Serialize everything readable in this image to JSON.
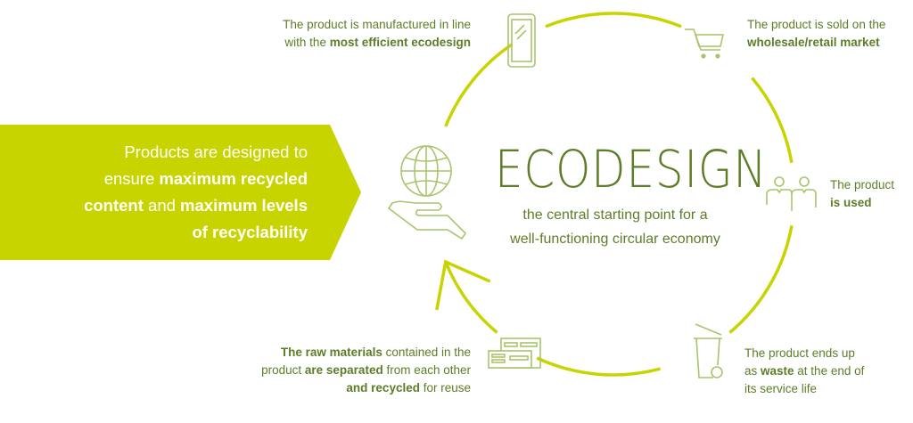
{
  "colors": {
    "arc": "#c8d400",
    "banner": "#c8d400",
    "icon": "#a9c46c",
    "text": "#5d7d28"
  },
  "banner": {
    "lines": [
      [
        {
          "t": "Products are designed to",
          "b": false
        }
      ],
      [
        {
          "t": "ensure ",
          "b": false
        },
        {
          "t": "maximum recycled",
          "b": true
        }
      ],
      [
        {
          "t": "content",
          "b": true
        },
        {
          "t": " and ",
          "b": false
        },
        {
          "t": "maximum levels",
          "b": true
        }
      ],
      [
        {
          "t": "of recyclability",
          "b": true
        }
      ]
    ]
  },
  "center": {
    "title": "ECODESIGN",
    "subtitle_1": "the central starting point for a",
    "subtitle_2": "well-functioning circular economy"
  },
  "steps": [
    {
      "id": "manufacture",
      "icon": "smartphone-icon",
      "lines": [
        [
          {
            "t": "The product is manufactured in line",
            "b": false
          }
        ],
        [
          {
            "t": "with the ",
            "b": false
          },
          {
            "t": "most efficient ecodesign",
            "b": true
          }
        ]
      ]
    },
    {
      "id": "sold",
      "icon": "shopping-cart-icon",
      "lines": [
        [
          {
            "t": "The product is sold on the",
            "b": false
          }
        ],
        [
          {
            "t": "wholesale/retail market",
            "b": true
          }
        ]
      ]
    },
    {
      "id": "used",
      "icon": "people-icon",
      "lines": [
        [
          {
            "t": "The product",
            "b": false
          }
        ],
        [
          {
            "t": "is used",
            "b": true
          }
        ]
      ]
    },
    {
      "id": "waste",
      "icon": "trash-bin-icon",
      "lines": [
        [
          {
            "t": "The product ends up",
            "b": false
          }
        ],
        [
          {
            "t": "as ",
            "b": false
          },
          {
            "t": "waste",
            "b": true
          },
          {
            "t": " at the end of",
            "b": false
          }
        ],
        [
          {
            "t": "its service life",
            "b": false
          }
        ]
      ]
    },
    {
      "id": "recycle",
      "icon": "raw-materials-icon",
      "lines": [
        [
          {
            "t": "The raw materials",
            "b": true
          },
          {
            "t": " contained in the",
            "b": false
          }
        ],
        [
          {
            "t": "product ",
            "b": false
          },
          {
            "t": "are separated",
            "b": true
          },
          {
            "t": " from each other",
            "b": false
          }
        ],
        [
          {
            "t": "and recycled",
            "b": true
          },
          {
            "t": " for reuse",
            "b": false
          }
        ]
      ]
    }
  ]
}
